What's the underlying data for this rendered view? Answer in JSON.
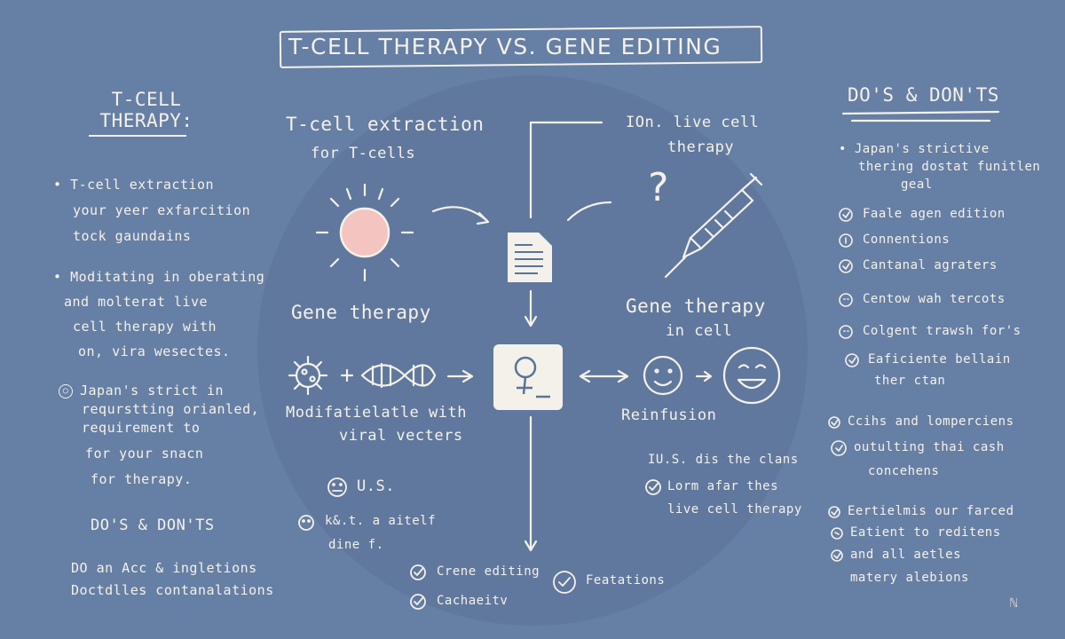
{
  "title": "T-CELL THERAPY VS. GENE EDITING",
  "left": {
    "heading": [
      "T-CELL",
      "THERAPY:"
    ],
    "b1": [
      "T-cell extraction",
      "your yeer exfarcition",
      "tock gaundains"
    ],
    "b2": [
      "Moditating in oberating",
      "and molterat live",
      "cell therapy with",
      "on, vira wesectes."
    ],
    "b3": [
      "Japan's strict in",
      "requrstting orianled,",
      "requirement to",
      "for your snacn",
      "for therapy."
    ],
    "dos": "DO'S & DON'TS",
    "do_lines": [
      "DO an Acc & ingletions",
      "Doctdlles contanalations"
    ]
  },
  "center": {
    "extraction_title": "T-cell extraction",
    "extraction_sub": "for T-cells",
    "live_title": "IOn. live cell",
    "live_sub": "therapy",
    "question": "?",
    "gene_left": "Gene therapy",
    "gene_right": "Gene therapy",
    "gene_right_sub": "in cell",
    "modif": "Modifatielatle with",
    "viral": "viral vecters",
    "reinfusion": "Reinfusion",
    "us_face": "U.S.",
    "us_note": "k&.t. a aitelf",
    "us_note2": "dine f.",
    "ius": "IU.S. dis the clans",
    "lorm": "Lorm afar thes",
    "livecell": "live cell therapy",
    "crene": "Crene editing",
    "cacha": "Cachaeitv",
    "featations": "Featations"
  },
  "right": {
    "heading": "DO'S & DON'TS",
    "intro": [
      "Japan's strictive",
      "thering dostat funitlen",
      "geal"
    ],
    "items": [
      "Faale agen edition",
      "Connentions",
      "Cantanal agraters",
      "Centow wah tercots",
      "Colgent trawsh for's",
      "Eaficiente bellain",
      "ther ctan"
    ],
    "items2": [
      "Ccihs and lomperciens",
      "outulting thai cash",
      "concehens",
      "Eertielmis our farced",
      "Eatient to reditens",
      "and all aetles",
      "matery alebions"
    ]
  },
  "signature": "ℕ"
}
